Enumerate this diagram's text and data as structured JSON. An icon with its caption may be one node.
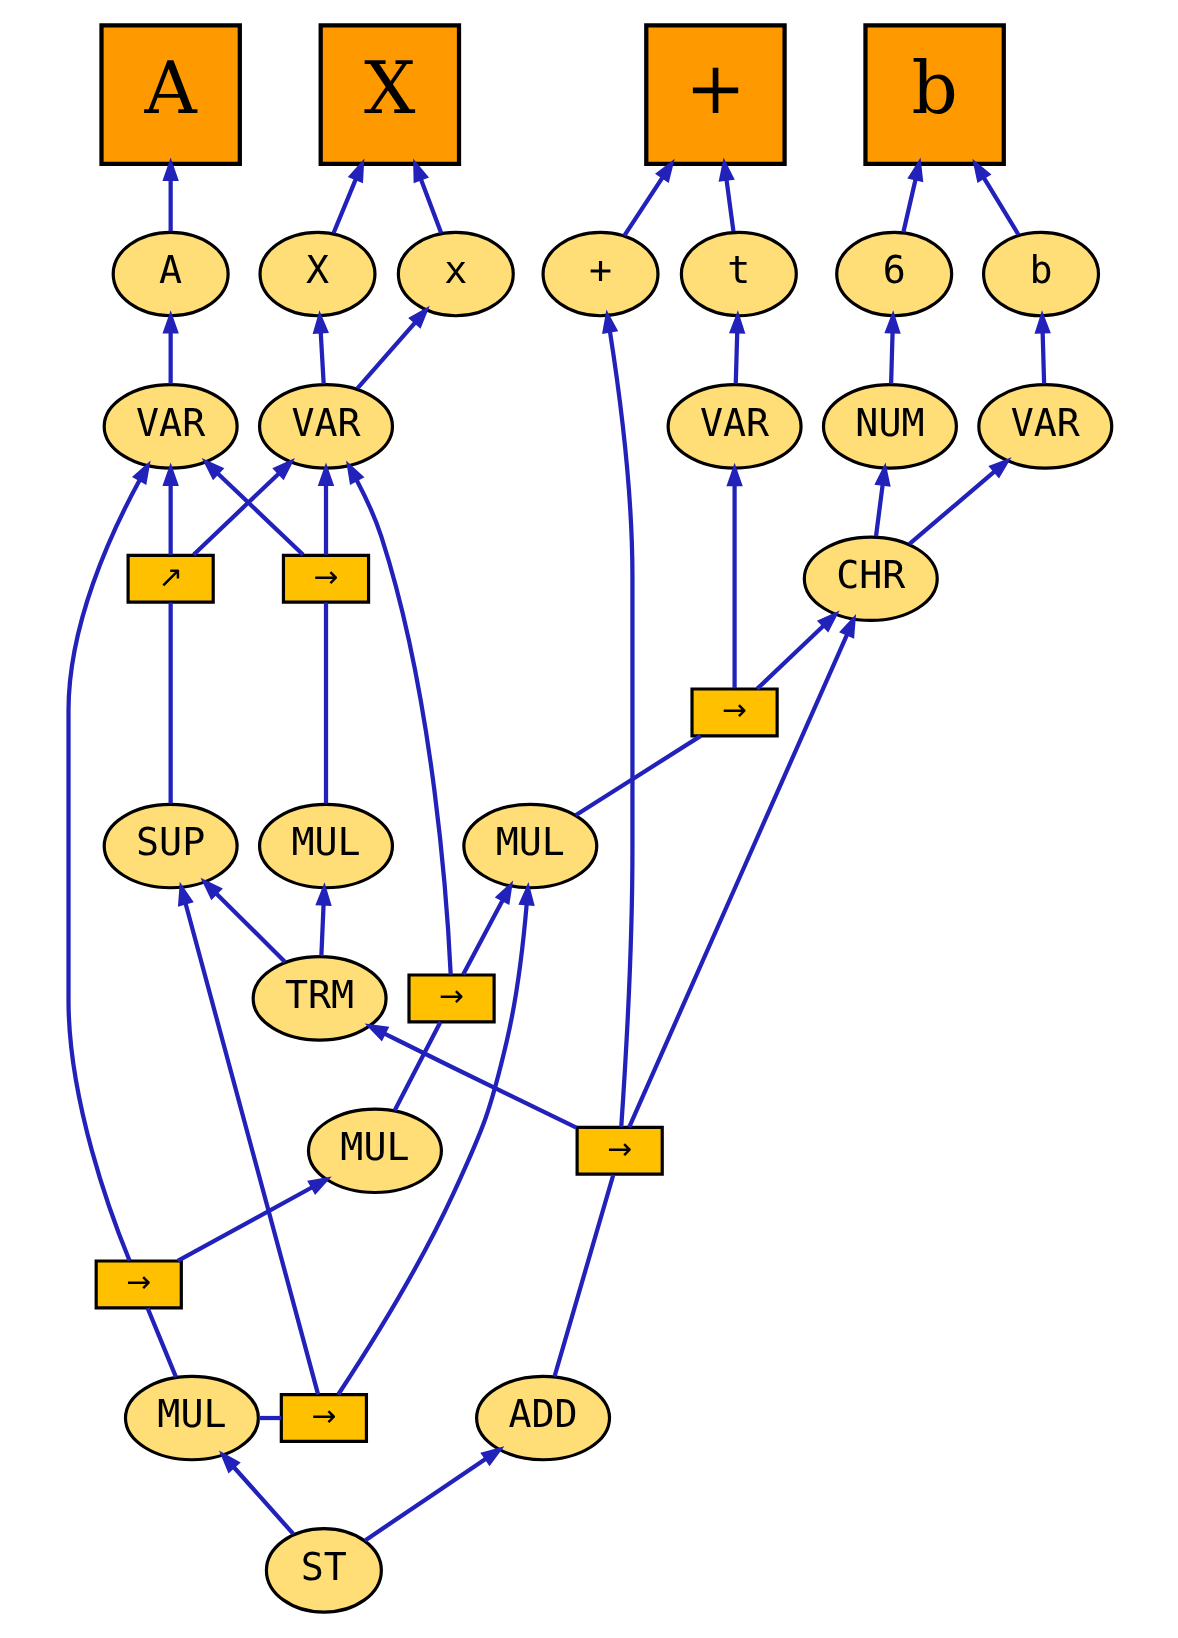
{
  "diagram": {
    "nodes": [
      {
        "text": [
          "A"
        ]
      },
      {
        "text": [
          "X"
        ]
      },
      {
        "text": [
          "+"
        ]
      },
      {
        "text": [
          "b"
        ]
      },
      {
        "text": [
          "A"
        ]
      },
      {
        "text": [
          "X"
        ]
      },
      {
        "text": [
          "x"
        ]
      },
      {
        "text": [
          "+"
        ]
      },
      {
        "text": [
          "t"
        ]
      },
      {
        "text": [
          "b"
        ]
      },
      {
        "text": [
          "6"
        ]
      },
      {
        "text": [
          "VAR"
        ]
      },
      {
        "text": [
          "VAR"
        ]
      },
      {
        "text": [
          "VAR"
        ]
      },
      {
        "text": [
          "VAR"
        ]
      },
      {
        "text": [
          "NUM"
        ]
      },
      {
        "text": [
          "→"
        ]
      },
      {
        "text": [
          "↗"
        ]
      },
      {
        "text": [
          "→"
        ]
      },
      {
        "text": [
          "CHR"
        ]
      },
      {
        "text": [
          "MUL"
        ]
      },
      {
        "text": [
          "SUP"
        ]
      },
      {
        "text": [
          "MUL"
        ]
      },
      {
        "text": [
          "→"
        ]
      },
      {
        "text": [
          "TRM"
        ]
      },
      {
        "text": [
          "MUL"
        ]
      },
      {
        "text": [
          "→"
        ]
      },
      {
        "text": [
          "ADD"
        ]
      },
      {
        "text": [
          "→"
        ]
      },
      {
        "text": [
          "MUL"
        ]
      },
      {
        "text": [
          "→"
        ]
      },
      {
        "text": [
          "ST"
        ]
      }
    ],
    "edges": [
      {
        "from": 4,
        "to": 0,
        "arrow": "to"
      },
      {
        "from": 5,
        "to": 1,
        "arrow": "to"
      },
      {
        "from": 6,
        "to": 1,
        "arrow": "to"
      },
      {
        "from": 7,
        "to": 2,
        "arrow": "to"
      },
      {
        "from": 8,
        "to": 2,
        "arrow": "to"
      },
      {
        "from": 9,
        "to": 3,
        "arrow": "to"
      },
      {
        "from": 10,
        "to": 3,
        "arrow": "to"
      },
      {
        "from": 11,
        "to": 4,
        "arrow": "to"
      },
      {
        "from": 12,
        "to": 5,
        "arrow": "to"
      },
      {
        "from": 12,
        "to": 6,
        "arrow": "to"
      },
      {
        "from": 13,
        "to": 8,
        "arrow": "to"
      },
      {
        "from": 14,
        "to": 9,
        "arrow": "to"
      },
      {
        "from": 15,
        "to": 10,
        "arrow": "to"
      },
      {
        "from": 16,
        "to": 11,
        "arrow": "to"
      },
      {
        "from": 16,
        "to": 12,
        "arrow": "to"
      },
      {
        "from": 17,
        "to": 11,
        "arrow": "to"
      },
      {
        "from": 17,
        "to": 12,
        "arrow": "to"
      },
      {
        "from": 18,
        "to": 13,
        "arrow": "to"
      },
      {
        "from": 18,
        "to": 19,
        "arrow": "to"
      },
      {
        "from": 19,
        "to": 14,
        "arrow": "to"
      },
      {
        "from": 19,
        "to": 15,
        "arrow": "to"
      },
      {
        "from": 20,
        "to": 16,
        "arrow": "none"
      },
      {
        "from": 21,
        "to": 17,
        "arrow": "none"
      },
      {
        "from": 22,
        "to": 18,
        "arrow": "none"
      },
      {
        "from": 24,
        "to": 20,
        "arrow": "to"
      },
      {
        "from": 24,
        "to": 21,
        "arrow": "to"
      },
      {
        "from": 23,
        "to": 12,
        "arrow": "to"
      },
      {
        "from": 23,
        "to": 22,
        "arrow": "to"
      },
      {
        "from": 25,
        "to": 23,
        "arrow": "none"
      },
      {
        "from": 26,
        "to": 24,
        "arrow": "to"
      },
      {
        "from": 26,
        "to": 7,
        "arrow": "to"
      },
      {
        "from": 26,
        "to": 19,
        "arrow": "to"
      },
      {
        "from": 27,
        "to": 26,
        "arrow": "none"
      },
      {
        "from": 28,
        "to": 11,
        "arrow": "to"
      },
      {
        "from": 28,
        "to": 25,
        "arrow": "to"
      },
      {
        "from": 29,
        "to": 28,
        "arrow": "none"
      },
      {
        "from": 29,
        "to": 30,
        "arrow": "none"
      },
      {
        "from": 30,
        "to": 21,
        "arrow": "to"
      },
      {
        "from": 30,
        "to": 22,
        "arrow": "to"
      },
      {
        "from": 31,
        "to": 29,
        "arrow": "to"
      },
      {
        "from": 31,
        "to": 27,
        "arrow": "to"
      }
    ]
  }
}
